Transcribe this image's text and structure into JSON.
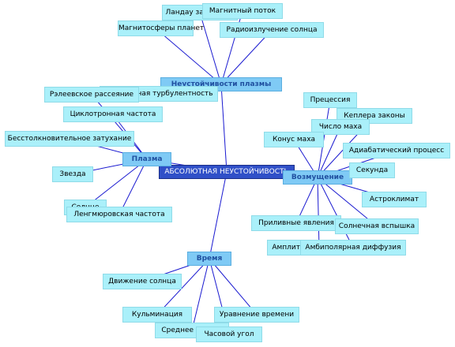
{
  "diagram": {
    "root": "АБСОЛЮТНАЯ НЕУСТОЙЧИВОСТЬ",
    "hubs": {
      "instability": "Неустойчивости плазмы",
      "plasma": "Плазма",
      "disturbance": "Возмущение",
      "time": "Время"
    },
    "instability_items": [
      "Ландау затухание",
      "Магнитный поток",
      "Магнитосферы планет",
      "Радиоизлучение солнца",
      "Плазменная турбулентность"
    ],
    "plasma_items": [
      "Рэлеевское рассеяние",
      "Циклотронная частота",
      "Бесстолкновительное затухание",
      "Звезда",
      "Солнце",
      "Ленгмюровская частота"
    ],
    "disturbance_items": [
      "Прецессия",
      "Кеплера законы",
      "Число маха",
      "Конус маха",
      "Адиабатический процесс",
      "Секунда",
      "Астроклимат",
      "Приливные явления",
      "Солнечная вспышка",
      "Амплитудная модуляция",
      "Амбиполярная диффузия"
    ],
    "time_items": [
      "Движение солнца",
      "Кульминация",
      "Среднее солнце",
      "Часовой угол",
      "Уравнение времени"
    ]
  }
}
